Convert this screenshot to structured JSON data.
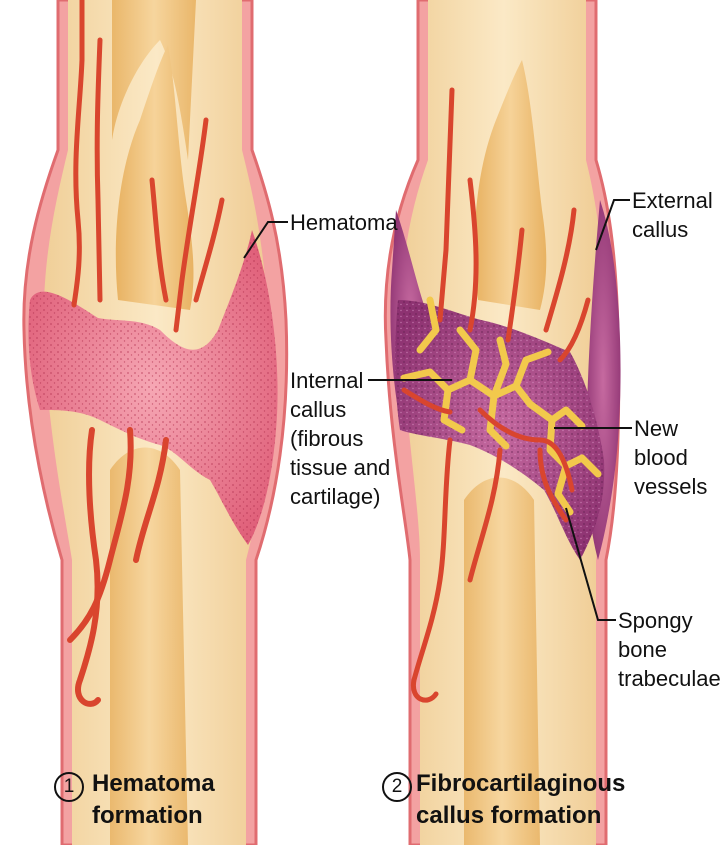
{
  "panels": [
    {
      "number": "1",
      "caption_line1": "Hematoma",
      "caption_line2": "formation"
    },
    {
      "number": "2",
      "caption_line1": "Fibrocartilaginous",
      "caption_line2": "callus formation"
    }
  ],
  "labels": {
    "hematoma": "Hematoma",
    "internal_callus": [
      "Internal",
      "callus",
      "(fibrous",
      "tissue and",
      "cartilage)"
    ],
    "external_callus": [
      "External",
      "callus"
    ],
    "new_blood_vessels": [
      "New",
      "blood",
      "vessels"
    ],
    "spongy_bone": [
      "Spongy",
      "bone",
      "trabeculae"
    ]
  },
  "colors": {
    "bone": "#f5deb0",
    "marrow": "#f1c27d",
    "periosteum": "#f08a8a",
    "hematoma": "#e8788c",
    "callus": "#a8497f",
    "vessel": "#d9452e",
    "trabeculae": "#f2c94c"
  }
}
